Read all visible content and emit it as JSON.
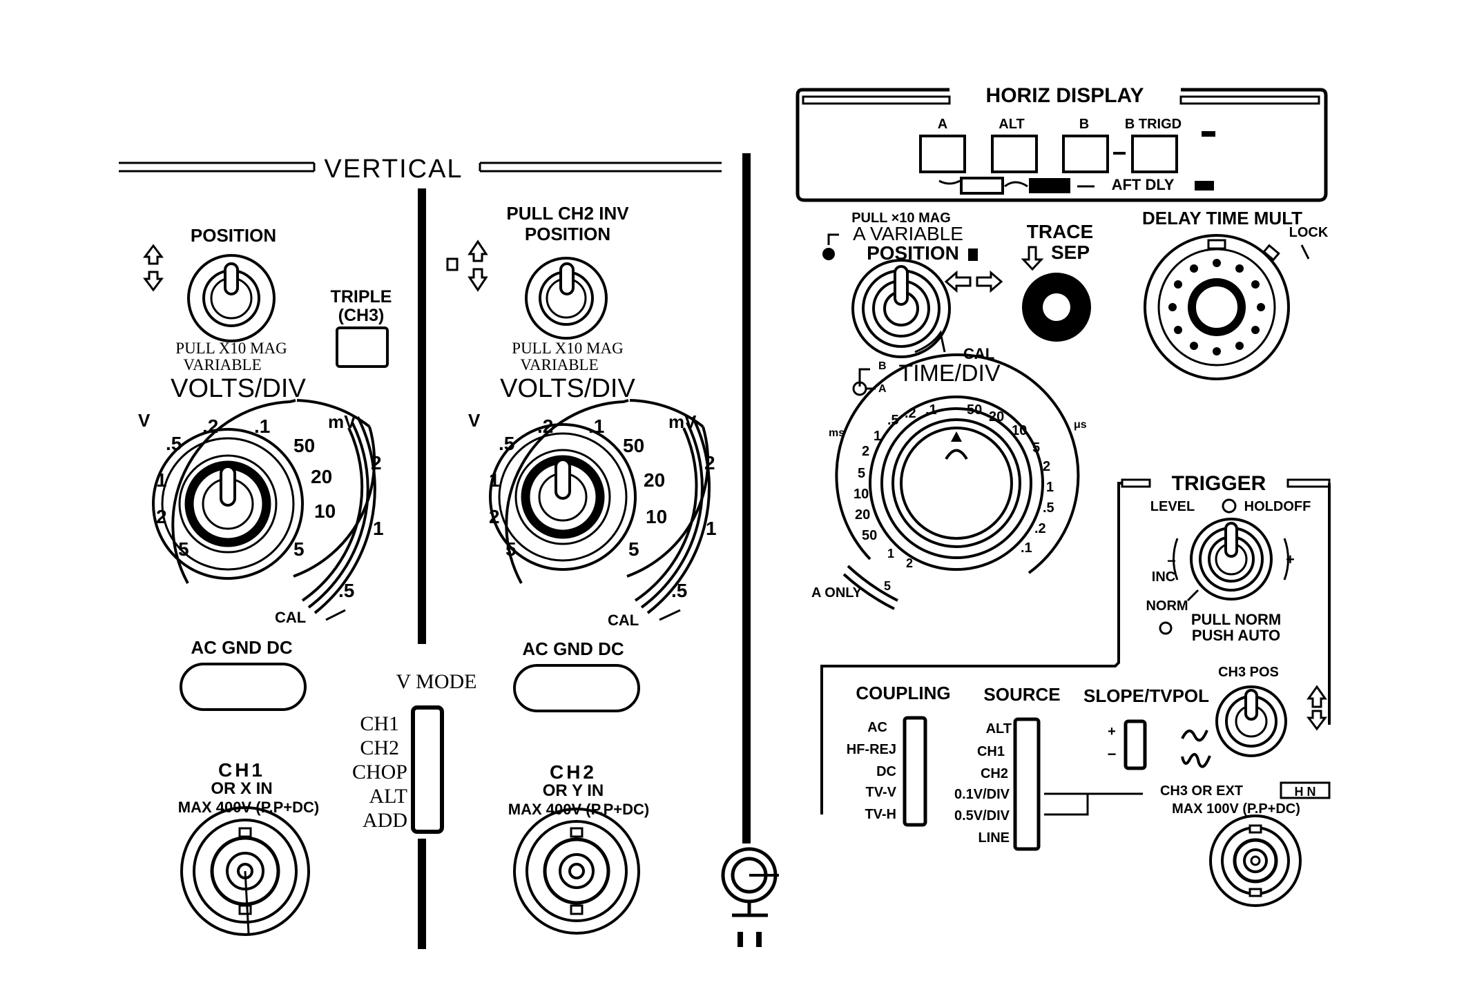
{
  "vertical": {
    "title": "VERTICAL",
    "ch1": {
      "position_label": "POSITION",
      "pull_label": "PULL X10 MAG",
      "variable_label": "VARIABLE",
      "triple_label": "TRIPLE",
      "triple_sub": "(CH3)",
      "volts_div_label": "VOLTS/DIV",
      "coupling_label": "AC GND DC",
      "input_name": "CH1",
      "input_sub": "OR X IN",
      "input_max": "MAX 400V (P.P+DC)"
    },
    "ch2": {
      "pull_inv_label": "PULL CH2 INV",
      "position_label": "POSITION",
      "pull_label": "PULL X10 MAG",
      "variable_label": "VARIABLE",
      "volts_div_label": "VOLTS/DIV",
      "coupling_label": "AC GND DC",
      "input_name": "CH2",
      "input_sub": "OR Y IN",
      "input_max": "MAX 400V (P.P+DC)"
    },
    "volts_scale": {
      "v": "V",
      "mv": "mV",
      "v_values": [
        ".5",
        ".2",
        ".1",
        "1",
        "2",
        "5"
      ],
      "mv_values": [
        "50",
        "20",
        "10",
        "5"
      ],
      "outer_values": [
        "2",
        "1",
        ".5"
      ],
      "cal": "CAL"
    },
    "v_mode": {
      "title": "V MODE",
      "options": [
        "CH1",
        "CH2",
        "CHOP",
        "ALT",
        "ADD"
      ]
    }
  },
  "horiz_display": {
    "title": "HORIZ DISPLAY",
    "buttons": [
      "A",
      "ALT",
      "B",
      "B TRIGD"
    ],
    "intensity_label": "AFT DLY"
  },
  "horizontal": {
    "pull_mag_label": "PULL ×10 MAG",
    "a_variable_label": "A VARIABLE",
    "position_label": "POSITION",
    "cal_label": "CAL",
    "trace_sep_label": "TRACE",
    "trace_sep_label2": "SEP",
    "delay_time_mult_label": "DELAY TIME MULT",
    "lock_label": "LOCK",
    "time_div_label": "TIME/DIV",
    "time_div_sub_b": "B",
    "time_div_sub_a": "A",
    "ms_label": "ms",
    "us_label": "μs",
    "ms_values": [
      ".1",
      ".2",
      ".5",
      "1",
      "2",
      "5",
      "10",
      "20",
      "50"
    ],
    "us_values": [
      "50",
      "20",
      "10",
      "5",
      "2",
      "1",
      ".5",
      ".2",
      ".1"
    ],
    "a_only_label": "A ONLY",
    "a_only_values": [
      "1",
      "2",
      "5"
    ]
  },
  "trigger": {
    "title": "TRIGGER",
    "level_label": "LEVEL",
    "holdoff_label": "HOLDOFF",
    "inc_label": "INC",
    "norm_label": "NORM",
    "pull_norm": "PULL NORM",
    "push_auto": "PUSH AUTO",
    "ch3_pos_label": "CH3 POS",
    "coupling_title": "COUPLING",
    "coupling_options": [
      "AC",
      "HF-REJ",
      "DC",
      "TV-V",
      "TV-H"
    ],
    "source_title": "SOURCE",
    "source_options": [
      "ALT",
      "CH1",
      "CH2",
      "0.1V/DIV",
      "0.5V/DIV",
      "LINE"
    ],
    "slope_title": "SLOPE/TVPOL",
    "slope_options": [
      "+",
      "−"
    ],
    "ext_label": "CH3 OR EXT",
    "ext_box": "H N",
    "ext_max": "MAX 100V (P.P+DC)"
  }
}
